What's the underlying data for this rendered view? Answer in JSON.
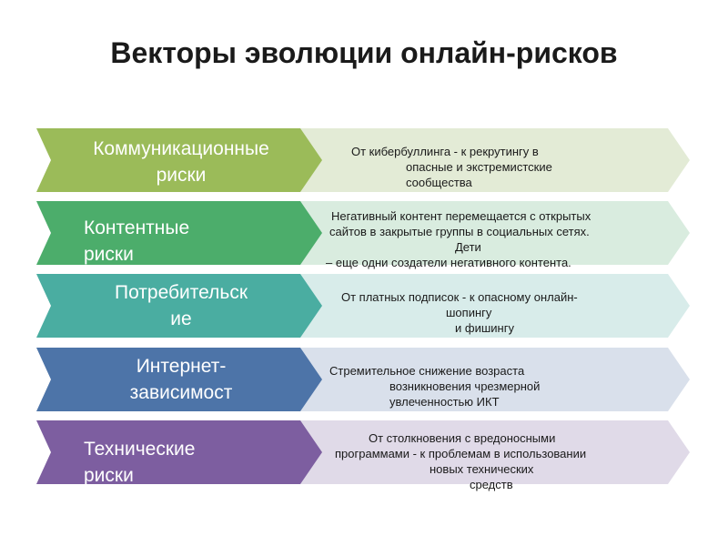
{
  "title": "Векторы эволюции онлайн-рисков",
  "rows": [
    {
      "left_color": "#9bbb59",
      "right_color": "#e3ebd6",
      "left_lines": [
        "Коммуникационные",
        "риски"
      ],
      "right_lines": [
        "От кибербуллинга - к рекрутингу в",
        "опасные и  экстремистские",
        "сообщества"
      ]
    },
    {
      "left_color": "#4cad6b",
      "right_color": "#d9ecdf",
      "left_lines": [
        "Контентные",
        "риски"
      ],
      "right_lines": [
        "Негативный контент перемещается с открытых",
        "сайтов в закрытые группы в социальных сетях.",
        "Дети",
        "– еще одни создатели негативного контента."
      ]
    },
    {
      "left_color": "#4aada1",
      "right_color": "#d8ecea",
      "left_lines": [
        "Потребительск",
        "ие"
      ],
      "right_lines": [
        "От платных подписок - к опасному онлайн-",
        "шопингу",
        "и фишингу"
      ]
    },
    {
      "left_color": "#4d74a8",
      "right_color": "#d9e0eb",
      "left_lines": [
        "Интернет-",
        "зависимост"
      ],
      "right_lines": [
        "Стремительное снижение возраста",
        "возникновения  чрезмерной",
        "увлеченностью ИКТ"
      ]
    },
    {
      "left_color": "#7d5ea0",
      "right_color": "#e0dae8",
      "left_lines": [
        "Технические",
        "риски"
      ],
      "right_lines": [
        "От столкновения с вредоносными",
        "программами - к  проблемам в использовании",
        "новых технических",
        "средств"
      ]
    }
  ]
}
